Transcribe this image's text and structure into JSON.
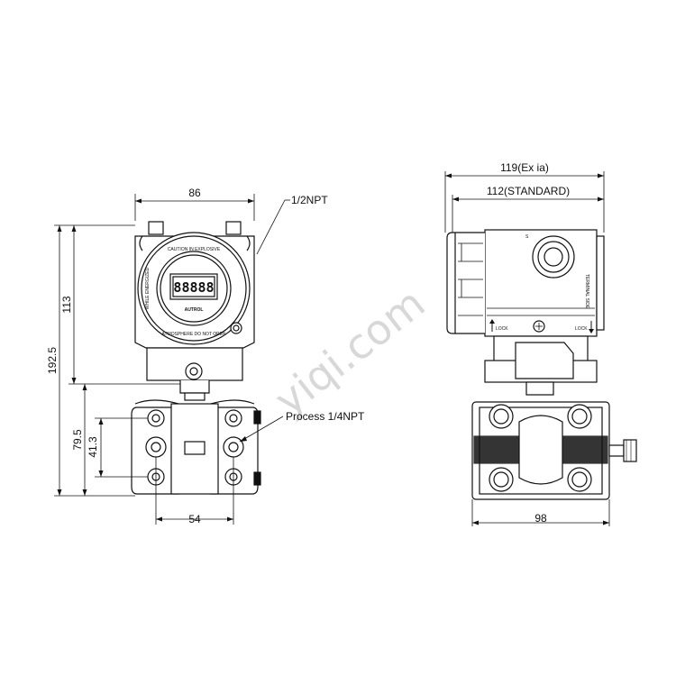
{
  "dimensions": {
    "front_width": "86",
    "conduit_height": "113",
    "total_height": "192.5",
    "flange_outer": "79.5",
    "flange_inner": "41.3",
    "process_spacing": "54",
    "side_total": "119(Ex ia)",
    "side_standard": "112(STANDARD)",
    "side_flange": "98"
  },
  "callouts": {
    "conduit": "1/2NPT",
    "process": "Process 1/4NPT"
  },
  "display": {
    "lcd": "88888",
    "brand": "AUTROL",
    "cover_text_1": "CAUTION  IN EXPLOSIVE",
    "cover_text_2": "ATMOSPHERE DO NOT OPEN",
    "cover_text_3": "WHILE ENERGIZED"
  },
  "side_view": {
    "lock_left": "LOCK",
    "lock_right": "LOCK",
    "s_mark": "S",
    "terminal_text": "TERMINAL SIDE"
  },
  "watermark": "yiqi.com"
}
